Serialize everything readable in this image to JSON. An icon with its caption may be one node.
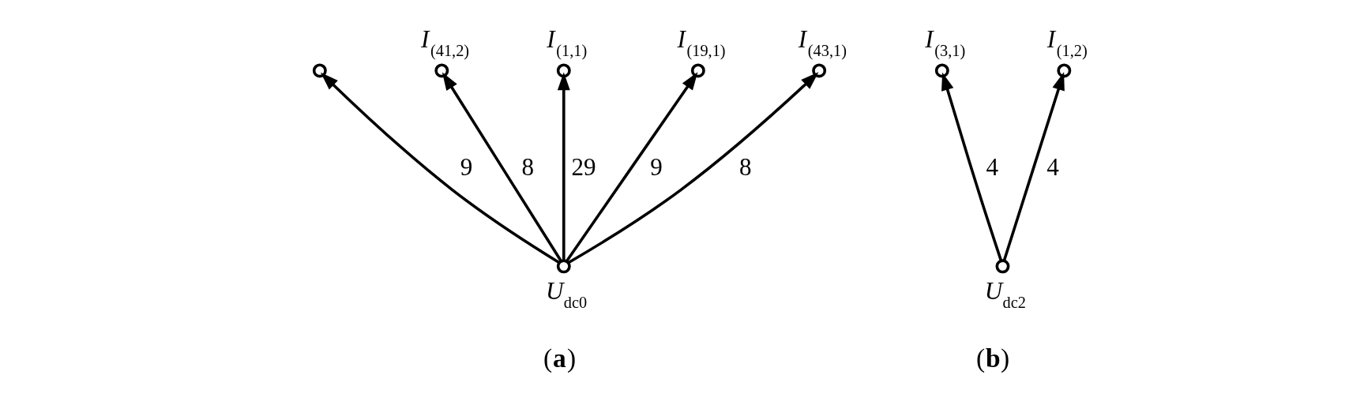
{
  "diagram": {
    "nodes": [
      {
        "text": [],
        "shape": "circle"
      },
      {
        "text": [],
        "shape": "circle",
        "beside": [
          "*U*$_{dc0}$"
        ]
      },
      {
        "text": [],
        "shape": "circle",
        "beside": [
          "*I*$_{(41,2)}$"
        ]
      },
      {
        "text": [],
        "shape": "circle",
        "beside": [
          "*I*$_{(1,1)}$"
        ]
      },
      {
        "text": [],
        "shape": "circle",
        "beside": [
          "*I*$_{(19,1)}$"
        ]
      },
      {
        "text": [],
        "shape": "circle",
        "beside": [
          "*I*$_{(43,1)}$"
        ]
      },
      {
        "text": [],
        "shape": "circle",
        "beside": [
          "*I*$_{(3,1)}$"
        ]
      },
      {
        "text": [],
        "shape": "circle",
        "beside": [
          "*I*$_{(1,2)}$"
        ]
      },
      {
        "text": [],
        "shape": "circle",
        "beside": [
          "*U*$_{dc2}$"
        ]
      }
    ],
    "edges": [
      {
        "from": 1,
        "to": 0,
        "arrow": "to",
        "label": "9"
      },
      {
        "from": 1,
        "to": 2,
        "arrow": "to",
        "label": "8"
      },
      {
        "from": 1,
        "to": 3,
        "arrow": "to",
        "label": "29"
      },
      {
        "from": 1,
        "to": 4,
        "arrow": "to",
        "label": "9"
      },
      {
        "from": 1,
        "to": 5,
        "arrow": "to",
        "label": "8"
      },
      {
        "from": 8,
        "to": 6,
        "arrow": "to",
        "label": "4"
      },
      {
        "from": 8,
        "to": 7,
        "arrow": "to",
        "label": "4"
      }
    ],
    "labels": [
      "(**a**)",
      "(**b**)"
    ]
  }
}
